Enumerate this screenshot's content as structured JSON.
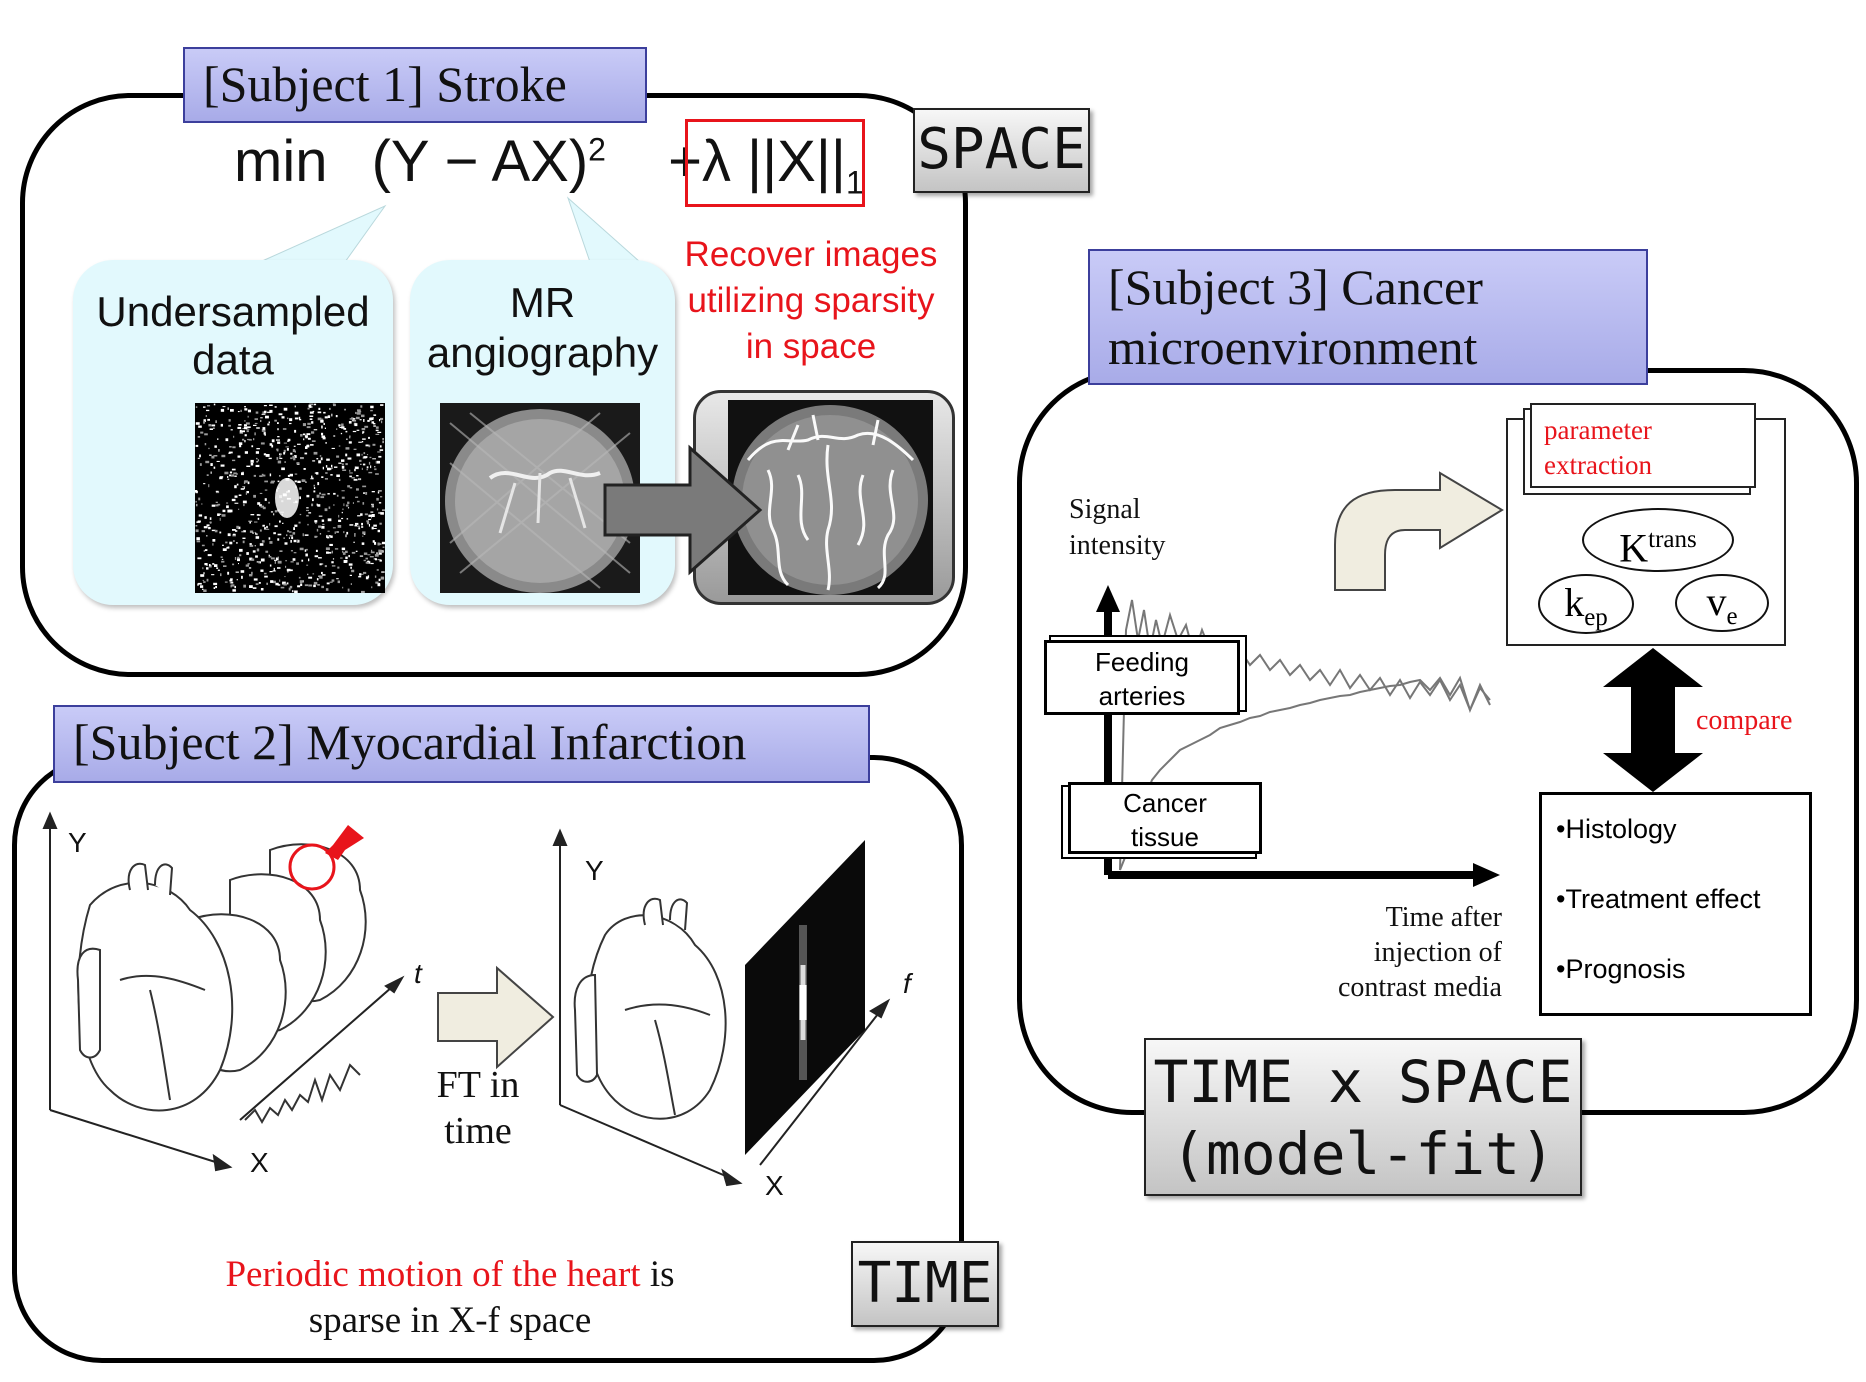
{
  "subject1": {
    "title": "[Subject 1]  Stroke",
    "tag": "SPACE",
    "formula": {
      "min": "min",
      "residual": "(Y − AX)",
      "exp2": "2",
      "plus": "+",
      "lambda_norm": "λ ||X||",
      "sub1": "1"
    },
    "bubble_left": {
      "line1": "Undersampled",
      "line2": "data"
    },
    "bubble_right": {
      "line1": "MR",
      "line2": "angiography"
    },
    "note": {
      "line1": "Recover images",
      "line2": "utilizing sparsity",
      "line3": "in space"
    }
  },
  "subject2": {
    "title": "[Subject 2]  Myocardial Infarction",
    "tag": "TIME",
    "axis_y": "Y",
    "axis_x": "X",
    "axis_t": "t",
    "axis_y2": "Y",
    "axis_x2": "X",
    "axis_f": "f",
    "arrow_label": {
      "line1": "FT in",
      "line2": "time"
    },
    "caption": {
      "red_part": "Periodic motion of the heart",
      "black_part": " is",
      "line2": "sparse in X-f space"
    }
  },
  "subject3": {
    "title": {
      "line1": "[Subject 3]  Cancer",
      "line2": "microenvironment"
    },
    "tag": {
      "line1": "TIME x SPACE",
      "line2": "(model-fit)"
    },
    "signal_label": {
      "line1": "Signal",
      "line2": "intensity"
    },
    "time_label": {
      "line1": "Time after",
      "line2": "injection of",
      "line3": "contrast media"
    },
    "feeding": {
      "line1": "Feeding",
      "line2": "arteries"
    },
    "cancer": {
      "line1": "Cancer",
      "line2": "tissue"
    },
    "param": {
      "line1": "parameter",
      "line2": "extraction"
    },
    "ktrans": {
      "base": "K",
      "sup": "trans"
    },
    "kep": {
      "base": "k",
      "sub": "ep"
    },
    "ve": {
      "base": "v",
      "sub": "e"
    },
    "compare": "compare",
    "outcomes": [
      "•Histology",
      "•Treatment  effect",
      "•Prognosis"
    ]
  }
}
